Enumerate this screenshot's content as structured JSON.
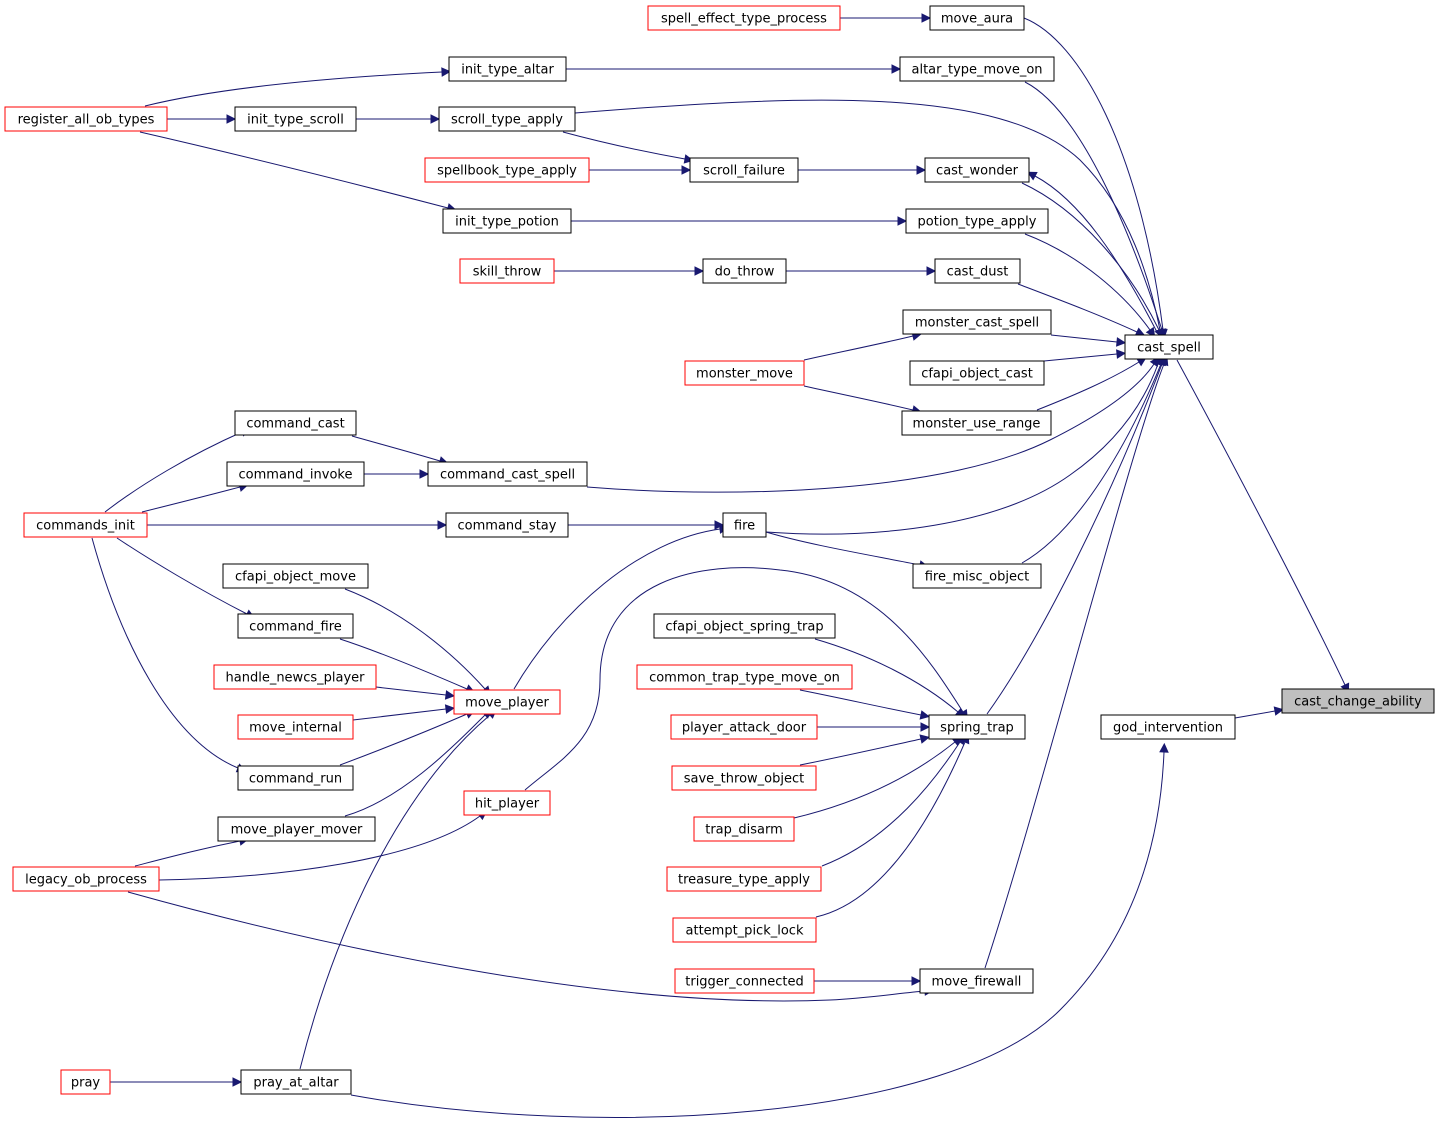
{
  "diagram": {
    "type": "call-graph",
    "colors": {
      "edge": "#191970",
      "border_default": "#000000",
      "border_truncated": "#ff0000",
      "root_fill": "#bfbfbf"
    },
    "nodes": [
      {
        "id": "cast_change_ability",
        "label": "cast_change_ability",
        "style": "root"
      },
      {
        "id": "cast_spell",
        "label": "cast_spell",
        "style": "normal"
      },
      {
        "id": "god_intervention",
        "label": "god_intervention",
        "style": "normal"
      },
      {
        "id": "move_aura",
        "label": "move_aura",
        "style": "normal"
      },
      {
        "id": "spell_effect_type_process",
        "label": "spell_effect_type_process",
        "style": "truncated"
      },
      {
        "id": "altar_type_move_on",
        "label": "altar_type_move_on",
        "style": "normal"
      },
      {
        "id": "init_type_altar",
        "label": "init_type_altar",
        "style": "normal"
      },
      {
        "id": "register_all_ob_types",
        "label": "register_all_ob_types",
        "style": "truncated"
      },
      {
        "id": "init_type_scroll",
        "label": "init_type_scroll",
        "style": "normal"
      },
      {
        "id": "scroll_type_apply",
        "label": "scroll_type_apply",
        "style": "normal"
      },
      {
        "id": "spellbook_type_apply",
        "label": "spellbook_type_apply",
        "style": "truncated"
      },
      {
        "id": "scroll_failure",
        "label": "scroll_failure",
        "style": "normal"
      },
      {
        "id": "cast_wonder",
        "label": "cast_wonder",
        "style": "normal"
      },
      {
        "id": "init_type_potion",
        "label": "init_type_potion",
        "style": "normal"
      },
      {
        "id": "potion_type_apply",
        "label": "potion_type_apply",
        "style": "normal"
      },
      {
        "id": "skill_throw",
        "label": "skill_throw",
        "style": "truncated"
      },
      {
        "id": "do_throw",
        "label": "do_throw",
        "style": "normal"
      },
      {
        "id": "cast_dust",
        "label": "cast_dust",
        "style": "normal"
      },
      {
        "id": "monster_cast_spell",
        "label": "monster_cast_spell",
        "style": "normal"
      },
      {
        "id": "monster_move",
        "label": "monster_move",
        "style": "truncated"
      },
      {
        "id": "cfapi_object_cast",
        "label": "cfapi_object_cast",
        "style": "normal"
      },
      {
        "id": "monster_use_range",
        "label": "monster_use_range",
        "style": "normal"
      },
      {
        "id": "command_cast",
        "label": "command_cast",
        "style": "normal"
      },
      {
        "id": "command_invoke",
        "label": "command_invoke",
        "style": "normal"
      },
      {
        "id": "command_cast_spell",
        "label": "command_cast_spell",
        "style": "normal"
      },
      {
        "id": "commands_init",
        "label": "commands_init",
        "style": "truncated"
      },
      {
        "id": "command_stay",
        "label": "command_stay",
        "style": "normal"
      },
      {
        "id": "fire",
        "label": "fire",
        "style": "normal"
      },
      {
        "id": "cfapi_object_move",
        "label": "cfapi_object_move",
        "style": "normal"
      },
      {
        "id": "fire_misc_object",
        "label": "fire_misc_object",
        "style": "normal"
      },
      {
        "id": "command_fire",
        "label": "command_fire",
        "style": "normal"
      },
      {
        "id": "cfapi_object_spring_trap",
        "label": "cfapi_object_spring_trap",
        "style": "normal"
      },
      {
        "id": "handle_newcs_player",
        "label": "handle_newcs_player",
        "style": "truncated"
      },
      {
        "id": "common_trap_type_move_on",
        "label": "common_trap_type_move_on",
        "style": "truncated"
      },
      {
        "id": "move_player",
        "label": "move_player",
        "style": "truncated"
      },
      {
        "id": "move_internal",
        "label": "move_internal",
        "style": "truncated"
      },
      {
        "id": "player_attack_door",
        "label": "player_attack_door",
        "style": "truncated"
      },
      {
        "id": "spring_trap",
        "label": "spring_trap",
        "style": "normal"
      },
      {
        "id": "command_run",
        "label": "command_run",
        "style": "normal"
      },
      {
        "id": "save_throw_object",
        "label": "save_throw_object",
        "style": "truncated"
      },
      {
        "id": "hit_player",
        "label": "hit_player",
        "style": "truncated"
      },
      {
        "id": "move_player_mover",
        "label": "move_player_mover",
        "style": "normal"
      },
      {
        "id": "trap_disarm",
        "label": "trap_disarm",
        "style": "truncated"
      },
      {
        "id": "legacy_ob_process",
        "label": "legacy_ob_process",
        "style": "truncated"
      },
      {
        "id": "treasure_type_apply",
        "label": "treasure_type_apply",
        "style": "truncated"
      },
      {
        "id": "attempt_pick_lock",
        "label": "attempt_pick_lock",
        "style": "truncated"
      },
      {
        "id": "trigger_connected",
        "label": "trigger_connected",
        "style": "truncated"
      },
      {
        "id": "move_firewall",
        "label": "move_firewall",
        "style": "normal"
      },
      {
        "id": "pray",
        "label": "pray",
        "style": "truncated"
      },
      {
        "id": "pray_at_altar",
        "label": "pray_at_altar",
        "style": "normal"
      }
    ],
    "edges": [
      {
        "from": "cast_spell",
        "to": "cast_change_ability"
      },
      {
        "from": "god_intervention",
        "to": "cast_change_ability"
      },
      {
        "from": "move_aura",
        "to": "cast_spell"
      },
      {
        "from": "altar_type_move_on",
        "to": "cast_spell"
      },
      {
        "from": "scroll_type_apply",
        "to": "cast_spell"
      },
      {
        "from": "cast_wonder",
        "to": "cast_spell"
      },
      {
        "from": "potion_type_apply",
        "to": "cast_spell"
      },
      {
        "from": "cast_dust",
        "to": "cast_spell"
      },
      {
        "from": "monster_cast_spell",
        "to": "cast_spell"
      },
      {
        "from": "cfapi_object_cast",
        "to": "cast_spell"
      },
      {
        "from": "monster_use_range",
        "to": "cast_spell"
      },
      {
        "from": "command_cast_spell",
        "to": "cast_spell"
      },
      {
        "from": "fire",
        "to": "cast_spell"
      },
      {
        "from": "fire_misc_object",
        "to": "cast_spell"
      },
      {
        "from": "spring_trap",
        "to": "cast_spell"
      },
      {
        "from": "move_firewall",
        "to": "cast_spell"
      },
      {
        "from": "cast_spell",
        "to": "cast_wonder"
      },
      {
        "from": "spell_effect_type_process",
        "to": "move_aura"
      },
      {
        "from": "init_type_altar",
        "to": "altar_type_move_on"
      },
      {
        "from": "register_all_ob_types",
        "to": "init_type_altar"
      },
      {
        "from": "register_all_ob_types",
        "to": "init_type_scroll"
      },
      {
        "from": "register_all_ob_types",
        "to": "init_type_potion"
      },
      {
        "from": "init_type_scroll",
        "to": "scroll_type_apply"
      },
      {
        "from": "scroll_type_apply",
        "to": "scroll_failure"
      },
      {
        "from": "spellbook_type_apply",
        "to": "scroll_failure"
      },
      {
        "from": "scroll_failure",
        "to": "cast_wonder"
      },
      {
        "from": "init_type_potion",
        "to": "potion_type_apply"
      },
      {
        "from": "skill_throw",
        "to": "do_throw"
      },
      {
        "from": "do_throw",
        "to": "cast_dust"
      },
      {
        "from": "monster_move",
        "to": "monster_cast_spell"
      },
      {
        "from": "monster_move",
        "to": "monster_use_range"
      },
      {
        "from": "command_cast",
        "to": "command_cast_spell"
      },
      {
        "from": "command_invoke",
        "to": "command_cast_spell"
      },
      {
        "from": "commands_init",
        "to": "command_cast"
      },
      {
        "from": "commands_init",
        "to": "command_invoke"
      },
      {
        "from": "commands_init",
        "to": "command_stay"
      },
      {
        "from": "commands_init",
        "to": "command_fire"
      },
      {
        "from": "commands_init",
        "to": "command_run"
      },
      {
        "from": "command_stay",
        "to": "fire"
      },
      {
        "from": "fire",
        "to": "fire_misc_object"
      },
      {
        "from": "move_player",
        "to": "fire"
      },
      {
        "from": "cfapi_object_move",
        "to": "move_player"
      },
      {
        "from": "command_fire",
        "to": "move_player"
      },
      {
        "from": "handle_newcs_player",
        "to": "move_player"
      },
      {
        "from": "move_internal",
        "to": "move_player"
      },
      {
        "from": "command_run",
        "to": "move_player"
      },
      {
        "from": "move_player_mover",
        "to": "move_player"
      },
      {
        "from": "pray_at_altar",
        "to": "move_player"
      },
      {
        "from": "cfapi_object_spring_trap",
        "to": "spring_trap"
      },
      {
        "from": "common_trap_type_move_on",
        "to": "spring_trap"
      },
      {
        "from": "player_attack_door",
        "to": "spring_trap"
      },
      {
        "from": "save_throw_object",
        "to": "spring_trap"
      },
      {
        "from": "trap_disarm",
        "to": "spring_trap"
      },
      {
        "from": "treasure_type_apply",
        "to": "spring_trap"
      },
      {
        "from": "attempt_pick_lock",
        "to": "spring_trap"
      },
      {
        "from": "hit_player",
        "to": "spring_trap"
      },
      {
        "from": "legacy_ob_process",
        "to": "move_player_mover"
      },
      {
        "from": "legacy_ob_process",
        "to": "hit_player"
      },
      {
        "from": "legacy_ob_process",
        "to": "move_firewall"
      },
      {
        "from": "trigger_connected",
        "to": "move_firewall"
      },
      {
        "from": "pray",
        "to": "pray_at_altar"
      },
      {
        "from": "pray_at_altar",
        "to": "god_intervention"
      }
    ]
  }
}
